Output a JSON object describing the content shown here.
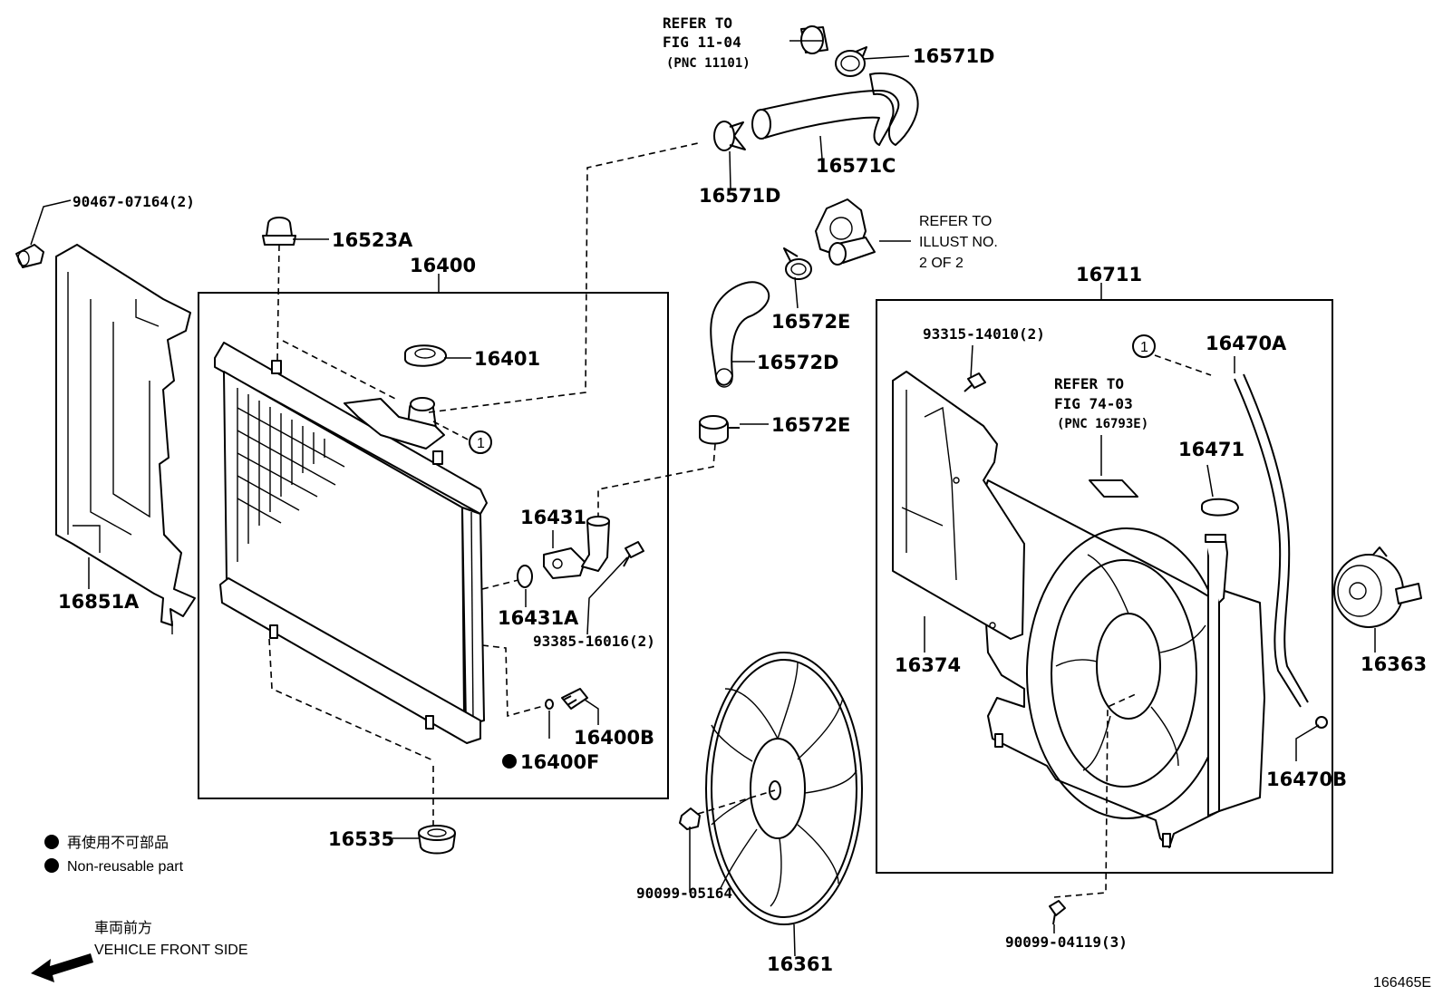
{
  "labels": {
    "p16571D_top": "16571D",
    "p16571C": "16571C",
    "p16571D_bot": "16571D",
    "p90467": "90467-07164(2)",
    "p16523A": "16523A",
    "p16400": "16400",
    "p16401": "16401",
    "p16572E_top": "16572E",
    "p16572D": "16572D",
    "p16572E_bot": "16572E",
    "p16711": "16711",
    "p93315": "93315-14010(2)",
    "p16470A": "16470A",
    "p16471": "16471",
    "p16431": "16431",
    "p16431A": "16431A",
    "p93385": "93385-16016(2)",
    "p16400B": "16400B",
    "p16400F": "16400F",
    "p16851A": "16851A",
    "p16374": "16374",
    "p16363": "16363",
    "p16470B": "16470B",
    "p16535": "16535",
    "p90099_05164": "90099-05164",
    "p16361": "16361",
    "p90099_04119": "90099-04119(3)"
  },
  "refs": {
    "fig1104": [
      "REFER TO",
      "FIG 11-04",
      "(PNC 11101)"
    ],
    "illust": [
      "REFER TO",
      "ILLUST NO.",
      "2 OF 2"
    ],
    "fig7403": [
      "REFER TO",
      "FIG 74-03",
      "(PNC 16793E)"
    ]
  },
  "markers": {
    "circle_one_left": "1",
    "circle_one_right": "1"
  },
  "legend": {
    "jp": "再使用不可部品",
    "en": "Non-reusable part",
    "front_jp": "車両前方",
    "front_en": "VEHICLE FRONT SIDE"
  },
  "diagram_code": "166465E"
}
